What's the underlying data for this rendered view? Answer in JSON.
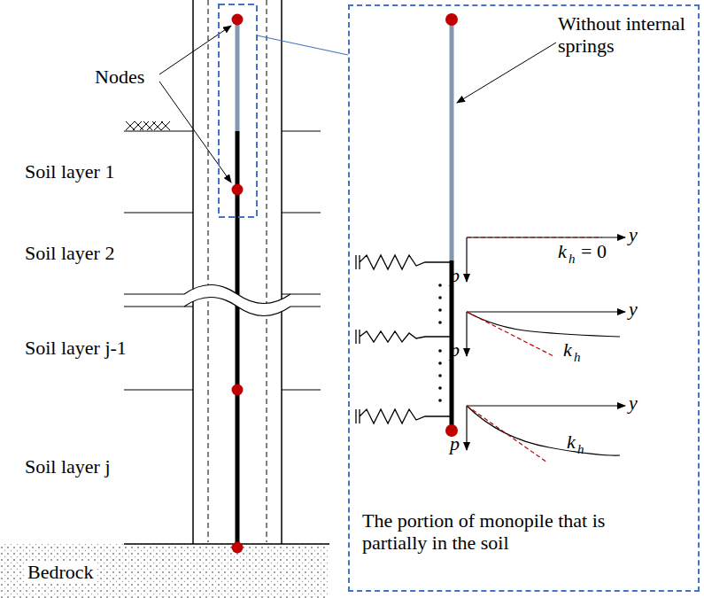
{
  "diagram": {
    "nodes": [
      {
        "text": [
          "Soil layer 1"
        ]
      },
      {
        "text": [
          "Soil layer 2"
        ]
      },
      {
        "text": [
          "Soil layer j-1"
        ]
      },
      {
        "text": [
          "Soil layer j"
        ]
      },
      {
        "text": [
          "Bedrock"
        ]
      },
      {
        "text": [
          "The portion of monopile that is partially in the soil"
        ]
      }
    ],
    "labels": [
      "Nodes",
      "Without internal springs",
      "y",
      "p",
      "k",
      "h",
      "= 0",
      "y",
      "p",
      "k",
      "h",
      "y",
      "p",
      "k",
      "h"
    ]
  }
}
